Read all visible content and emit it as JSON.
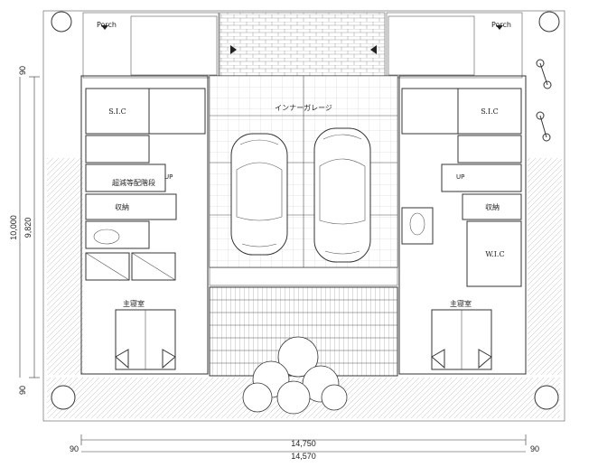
{
  "labels": {
    "porch": "Porch",
    "garage": "インナーガレージ",
    "sic": "S.I.C",
    "wic": "W.I.C",
    "storage": "収納",
    "stairs_note": "超減等配階段",
    "up": "UP",
    "master_bedroom": "主寝室"
  },
  "dimensions": {
    "top_left": "90",
    "height_outer": "10,000",
    "height_inner": "9,820",
    "bottom_left": "90",
    "width_outer": "14,750",
    "width_inner": "14,570",
    "width_left": "90",
    "width_right": "90"
  },
  "colors": {
    "line": "#333333",
    "hatch": "#b8b8b8",
    "wall_fill": "#e9e9e9"
  }
}
